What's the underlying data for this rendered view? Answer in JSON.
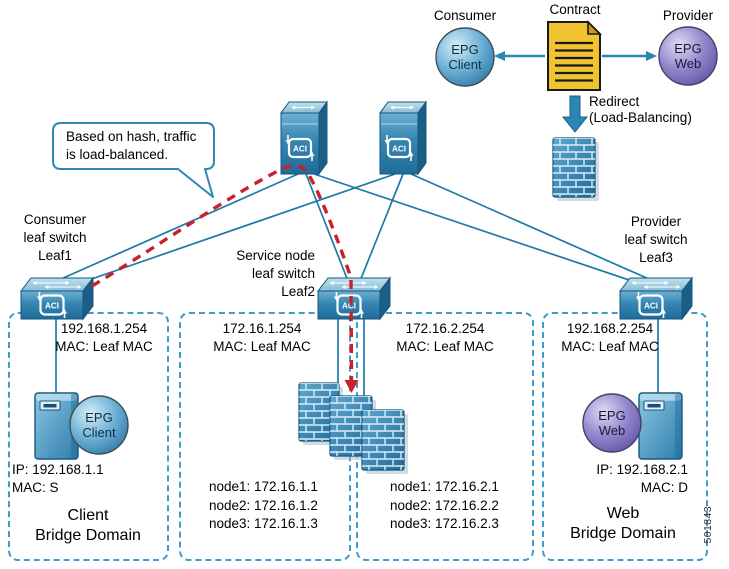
{
  "aci_label": "ACI",
  "contract_section": {
    "consumer_label": "Consumer",
    "contract_label": "Contract",
    "provider_label": "Provider",
    "epg_client": [
      "EPG",
      "Client"
    ],
    "epg_web": [
      "EPG",
      "Web"
    ],
    "redirect_lines": [
      "Redirect",
      "(Load-Balancing)"
    ]
  },
  "callout": {
    "lines": [
      "Based on hash, traffic",
      "is load-balanced."
    ]
  },
  "leaf_labels": {
    "leaf1": [
      "Consumer",
      "leaf switch",
      "Leaf1"
    ],
    "leaf2": [
      "Service node",
      "leaf switch",
      "Leaf2"
    ],
    "leaf3": [
      "Provider",
      "leaf switch",
      "Leaf3"
    ]
  },
  "bridge_domains": {
    "client": {
      "gateway": "192.168.1.254",
      "mac": "MAC: Leaf MAC",
      "name": [
        "Client",
        "Bridge Domain"
      ]
    },
    "service1": {
      "gateway": "172.16.1.254",
      "mac": "MAC: Leaf MAC",
      "nodes": [
        "node1: 172.16.1.1",
        "node2: 172.16.1.2",
        "node3: 172.16.1.3"
      ]
    },
    "service2": {
      "gateway": "172.16.2.254",
      "mac": "MAC: Leaf MAC",
      "nodes": [
        "node1: 172.16.2.1",
        "node2: 172.16.2.2",
        "node3: 172.16.2.3"
      ]
    },
    "web": {
      "gateway": "192.168.2.254",
      "mac": "MAC: Leaf MAC",
      "name": [
        "Web",
        "Bridge Domain"
      ]
    }
  },
  "endpoints": {
    "client": {
      "ip": "IP: 192.168.1.1",
      "mac": "MAC: S"
    },
    "web": {
      "ip": "IP: 192.168.2.1",
      "mac": "MAC: D"
    }
  },
  "figure_id": "501843",
  "colors": {
    "switch_blue": "#2f7fad",
    "link_blue": "#1d7aa6",
    "arrow_blue": "#2a86b6",
    "redirect_red": "#c9202c",
    "contract_gold": "#f2c330",
    "epg_web_purple": "#7a6ab8",
    "bridge_domain_dash": "#3e9dcc"
  }
}
